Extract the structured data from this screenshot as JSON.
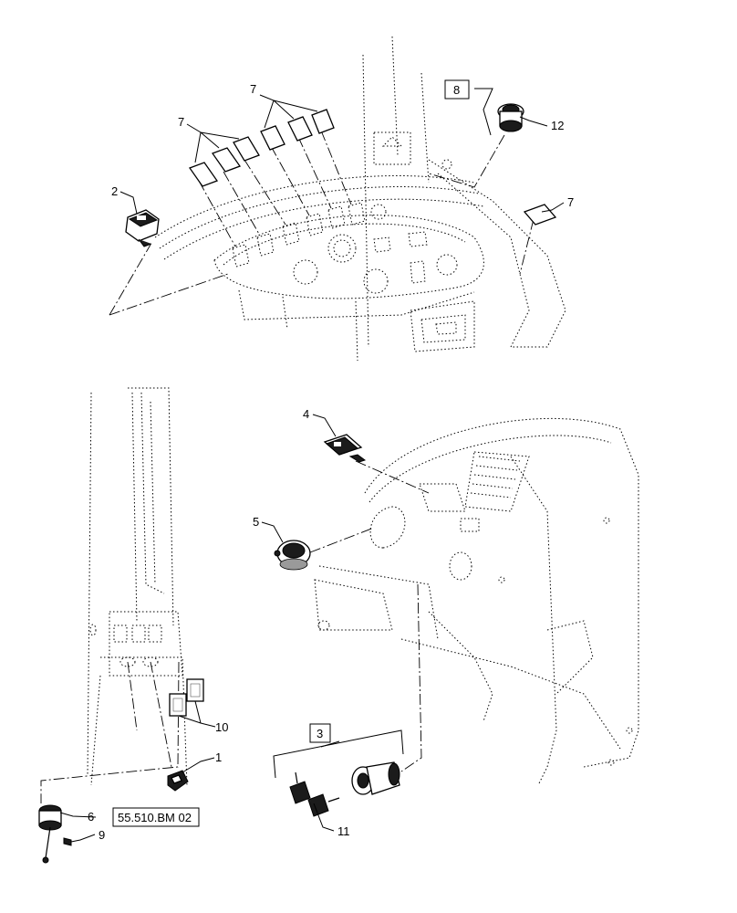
{
  "callouts": {
    "c1": "1",
    "c2": "2",
    "c3": "3",
    "c4": "4",
    "c5": "5",
    "c6": "6",
    "c7a": "7",
    "c7b": "7",
    "c7c": "7",
    "c8": "8",
    "c9": "9",
    "c10": "10",
    "c11": "11",
    "c12": "12"
  },
  "reference": "55.510.BM 02"
}
